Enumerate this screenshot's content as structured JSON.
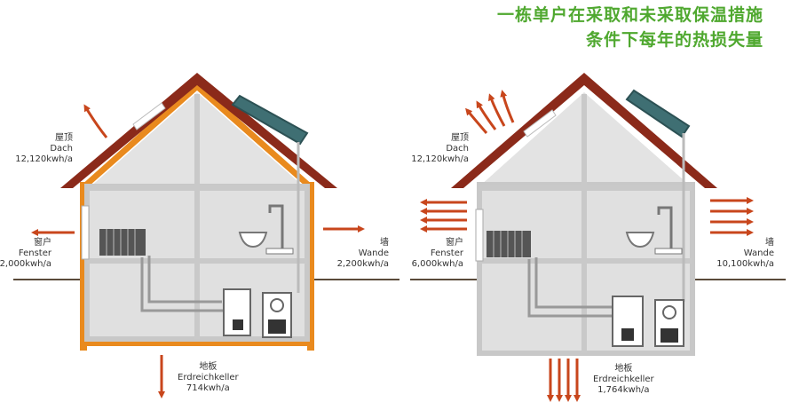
{
  "colors": {
    "title_green": "#4fa82f",
    "insulation_orange": "#e98a1e",
    "roof_brown": "#8b2a1a",
    "wall_grey": "#d8d8d8",
    "interior_grey": "#c8c8c8",
    "heat_arrow_red": "#c8461c",
    "solar_panel_teal": "#3f6f73"
  },
  "title": {
    "line1": "一栋单户在采取和未采取保温措施",
    "line2": "条件下每年的热损失量"
  },
  "insulated_house": {
    "roof": {
      "zh": "屋顶",
      "de": "Dach",
      "value": "12,120kwh/a"
    },
    "window": {
      "zh": "窗户",
      "de": "Fenster",
      "value": "2,000kwh/a"
    },
    "wall": {
      "zh": "墙",
      "de": "Wande",
      "value": "2,200kwh/a"
    },
    "floor": {
      "zh": "地板",
      "de": "Erdreichkeller",
      "value": "714kwh/a"
    }
  },
  "uninsulated_house": {
    "roof": {
      "zh": "屋顶",
      "de": "Dach",
      "value": "12,120kwh/a"
    },
    "window": {
      "zh": "窗户",
      "de": "Fenster",
      "value": "6,000kwh/a"
    },
    "wall": {
      "zh": "墙",
      "de": "Wande",
      "value": "10,100kwh/a"
    },
    "floor": {
      "zh": "地板",
      "de": "Erdreichkeller",
      "value": "1,764kwh/a"
    }
  }
}
